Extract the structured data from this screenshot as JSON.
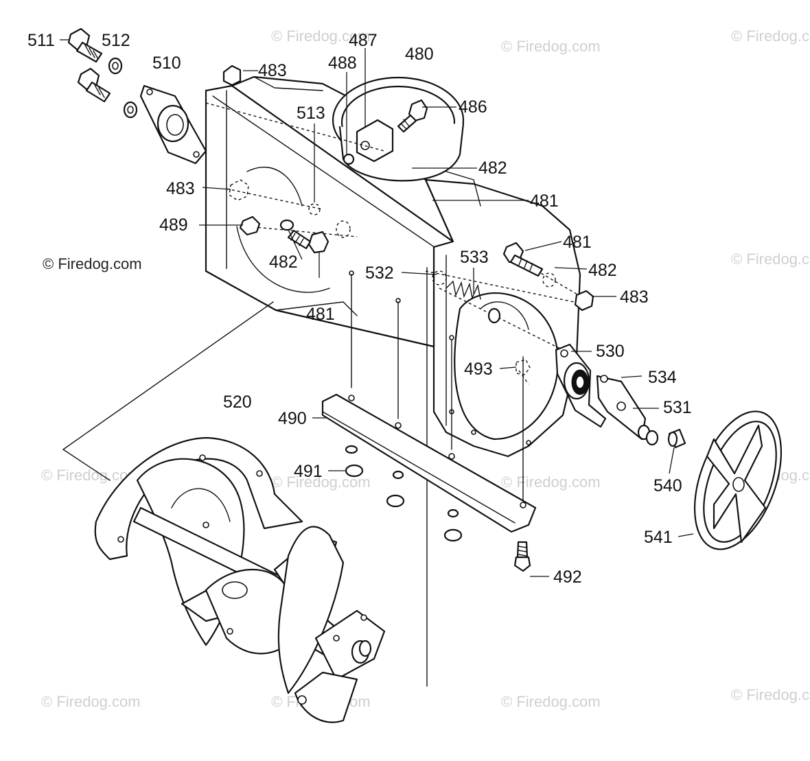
{
  "copyright": "© Firedog.com",
  "watermark_text": "© Firedog.com",
  "callouts": {
    "p511": "511",
    "p512": "512",
    "p510": "510",
    "p487": "487",
    "p480": "480",
    "p488": "488",
    "p483a": "483",
    "p486": "486",
    "p513": "513",
    "p482a": "482",
    "p483b": "483",
    "p481a": "481",
    "p489": "489",
    "p481b": "481",
    "p482b": "482",
    "p532": "532",
    "p533": "533",
    "p482c": "482",
    "p483c": "483",
    "p481c": "481",
    "p530": "530",
    "p493": "493",
    "p534": "534",
    "p520": "520",
    "p531": "531",
    "p490": "490",
    "p491": "491",
    "p540": "540",
    "p541": "541",
    "p492": "492"
  },
  "colors": {
    "line": "#111111",
    "watermark": "#cfcfcf",
    "background": "#ffffff"
  }
}
